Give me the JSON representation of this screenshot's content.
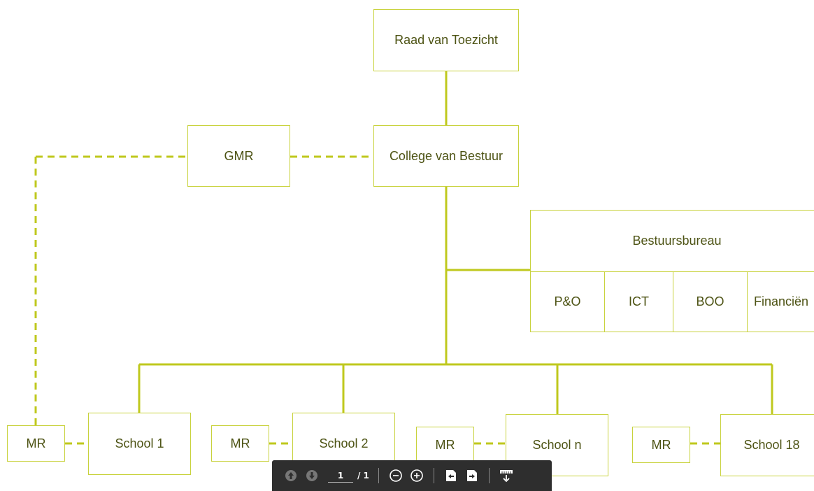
{
  "diagram": {
    "top": "Raad van Toezicht",
    "college": "College van Bestuur",
    "gmr": "GMR",
    "bureau": {
      "title": "Bestuursbureau",
      "departments": [
        "P&O",
        "ICT",
        "BOO",
        "Financiën"
      ]
    },
    "schools": [
      {
        "mr": "MR",
        "name": "School 1"
      },
      {
        "mr": "MR",
        "name": "School 2"
      },
      {
        "mr": "MR",
        "name": "School n"
      },
      {
        "mr": "MR",
        "name": "School 18"
      }
    ]
  },
  "colors": {
    "line": "#bfc81e",
    "border": "#c8d23c",
    "text": "#4d5314",
    "toolbar": "#2e2e2e"
  },
  "toolbar": {
    "page_current": "1",
    "page_total": "/ 1",
    "icons": [
      "previous-page-icon",
      "next-page-icon",
      "zoom-out-icon",
      "zoom-in-icon",
      "rotate-left-icon",
      "rotate-right-icon",
      "download-icon"
    ]
  }
}
